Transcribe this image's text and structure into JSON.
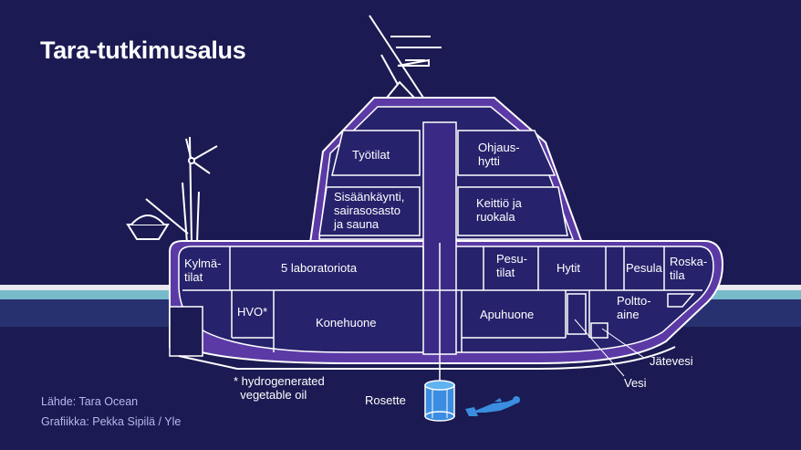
{
  "title": "Tara-tutkimusalus",
  "rooms": {
    "tyotilat": "Työtilat",
    "ohjaushytti": "Ohjaus-\nhytti",
    "sisaankaynti": "Sisäänkäynti,\nsairasosasto\nja sauna",
    "keittio": "Keittiö ja\nruokala",
    "kylmatilat": "Kylmä-\ntilat",
    "laboratoriot": "5 laboratoriota",
    "pesutilat": "Pesu-\ntilat",
    "hytit": "Hytit",
    "pesula": "Pesula",
    "roskatila": "Roska-\ntila",
    "hvo": "HVO*",
    "konehuone": "Konehuone",
    "apuhuone": "Apuhuone",
    "polttoaine": "Poltto-\naine",
    "jatevesi": "Jätevesi",
    "vesi": "Vesi"
  },
  "footnote": "* hydrogenerated\n  vegetable oil",
  "rosette": "Rosette",
  "credits": {
    "source": "Lähde: Tara Ocean",
    "graphics": "Grafiikka: Pekka Sipilä / Yle"
  },
  "colors": {
    "background": "#1b1a52",
    "hull": "#5b3aa6",
    "room_fill": "#26226c",
    "outline": "#ffffff",
    "water": "#8fe3ea",
    "rosette": "#3a8de0"
  }
}
